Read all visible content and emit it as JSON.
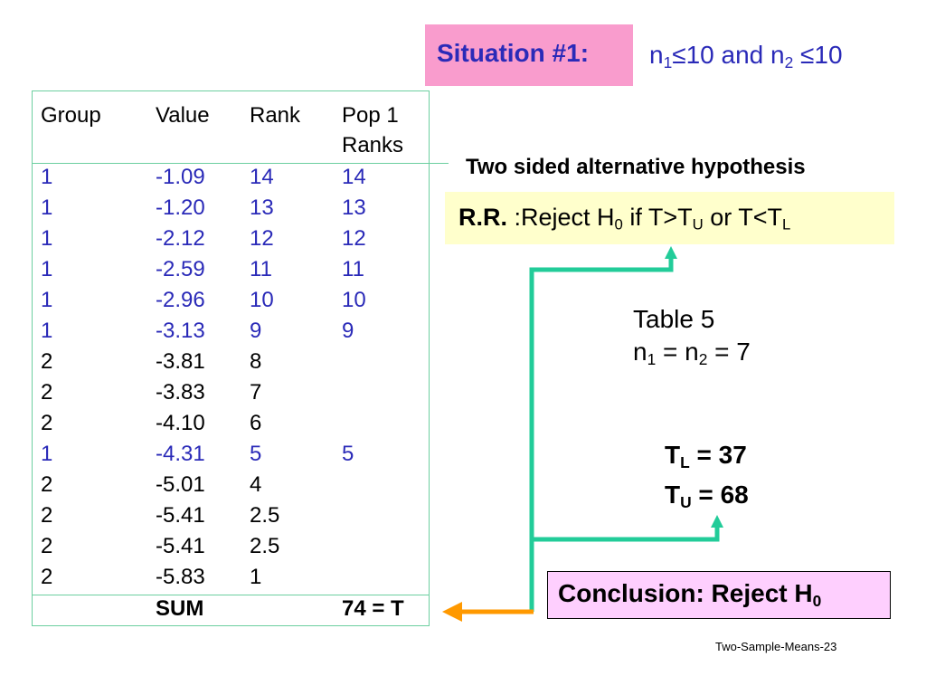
{
  "situation": {
    "label": "Situation #1:",
    "n1": "n",
    "n1_sub": "1",
    "cond1": "≤10 and n",
    "n2_sub": "2",
    "cond2": " ≤10"
  },
  "table": {
    "headers": [
      "Group",
      "Value",
      "Rank",
      "Pop 1",
      "Ranks"
    ],
    "rows": [
      {
        "group": "1",
        "value": "-1.09",
        "rank": "14",
        "pop1": "14",
        "pop": 1
      },
      {
        "group": "1",
        "value": "-1.20",
        "rank": "13",
        "pop1": "13",
        "pop": 1
      },
      {
        "group": "1",
        "value": "-2.12",
        "rank": "12",
        "pop1": "12",
        "pop": 1
      },
      {
        "group": "1",
        "value": "-2.59",
        "rank": "11",
        "pop1": "11",
        "pop": 1
      },
      {
        "group": "1",
        "value": "-2.96",
        "rank": "10",
        "pop1": "10",
        "pop": 1
      },
      {
        "group": "1",
        "value": "-3.13",
        "rank": "9",
        "pop1": "9",
        "pop": 1
      },
      {
        "group": "2",
        "value": "-3.81",
        "rank": "8",
        "pop1": "",
        "pop": 2
      },
      {
        "group": "2",
        "value": "-3.83",
        "rank": "7",
        "pop1": "",
        "pop": 2
      },
      {
        "group": "2",
        "value": "-4.10",
        "rank": "6",
        "pop1": "",
        "pop": 2
      },
      {
        "group": "1",
        "value": "-4.31",
        "rank": "5",
        "pop1": "5",
        "pop": 1
      },
      {
        "group": "2",
        "value": "-5.01",
        "rank": "4",
        "pop1": "",
        "pop": 2
      },
      {
        "group": "2",
        "value": "-5.41",
        "rank": "2.5",
        "pop1": "",
        "pop": 2
      },
      {
        "group": "2",
        "value": "-5.41",
        "rank": "2.5",
        "pop1": "",
        "pop": 2
      },
      {
        "group": "2",
        "value": "-5.83",
        "rank": "1",
        "pop1": "",
        "pop": 2
      }
    ],
    "sum_label": "SUM",
    "sum_value": "74 = T"
  },
  "alt_hypothesis": "Two sided alternative hypothesis",
  "rejection_region": {
    "bold": "R.R.",
    "t1": " :Reject H",
    "s0": "0",
    "t2": " if T>T",
    "sU": "U",
    "t3": " or T<T",
    "sL": "L"
  },
  "table5": {
    "title": "Table 5",
    "n": "n",
    "s1": "1",
    "mid": " = n",
    "s2": "2",
    "end": " = 7"
  },
  "tvalues": {
    "tl_T": "T",
    "tl_sub": "L",
    "tl_val": " = 37",
    "tu_T": "T",
    "tu_sub": "U",
    "tu_val": " = 68"
  },
  "conclusion": {
    "text": "Conclusion: Reject H",
    "sub": "0"
  },
  "footer": "Two-Sample-Means-23",
  "colors": {
    "blue_text": "#2a2ab8",
    "teal_arrow": "#22cc99",
    "orange_arrow": "#ff9900",
    "situation_bg": "#f99ccd",
    "rr_bg": "#ffffcc",
    "conclusion_bg": "#fecffe"
  }
}
